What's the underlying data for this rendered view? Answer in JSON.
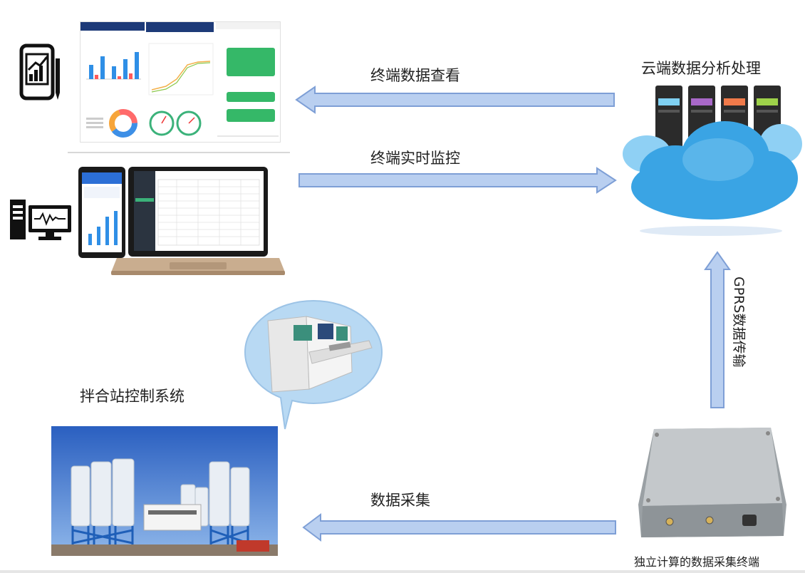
{
  "labels": {
    "terminal_view": "终端数据查看",
    "cloud_title": "云端数据分析处理",
    "terminal_monitor": "终端实时监控",
    "gprs": "GPRS数据传输",
    "mixing_system": "拌合站控制系统",
    "data_collect": "数据采集",
    "collector": "独立计算的数据采集终端"
  },
  "icons": {
    "phone": "phone-chart-icon",
    "pc": "pc-monitor-icon",
    "cloud": "cloud-server-icon",
    "console": "control-console-icon",
    "plant": "mixing-plant-photo",
    "box": "collector-box-icon"
  },
  "colors": {
    "arrow_fill": "#b9cff0",
    "arrow_stroke": "#7e9fd6",
    "cloud": "#4aa9e6",
    "bubble": "#b8d9f3",
    "sky": "#2f6cc9"
  }
}
